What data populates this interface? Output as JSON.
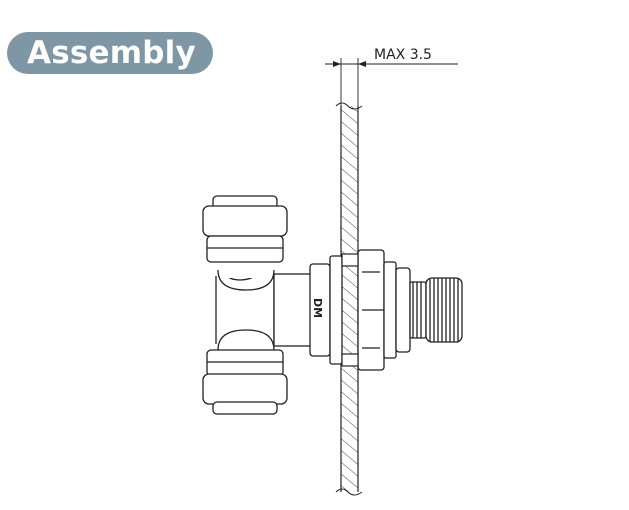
{
  "header": {
    "title": "Assembly"
  },
  "diagram": {
    "dimension_label": "MAX 3.5",
    "body_marking": "DM"
  }
}
